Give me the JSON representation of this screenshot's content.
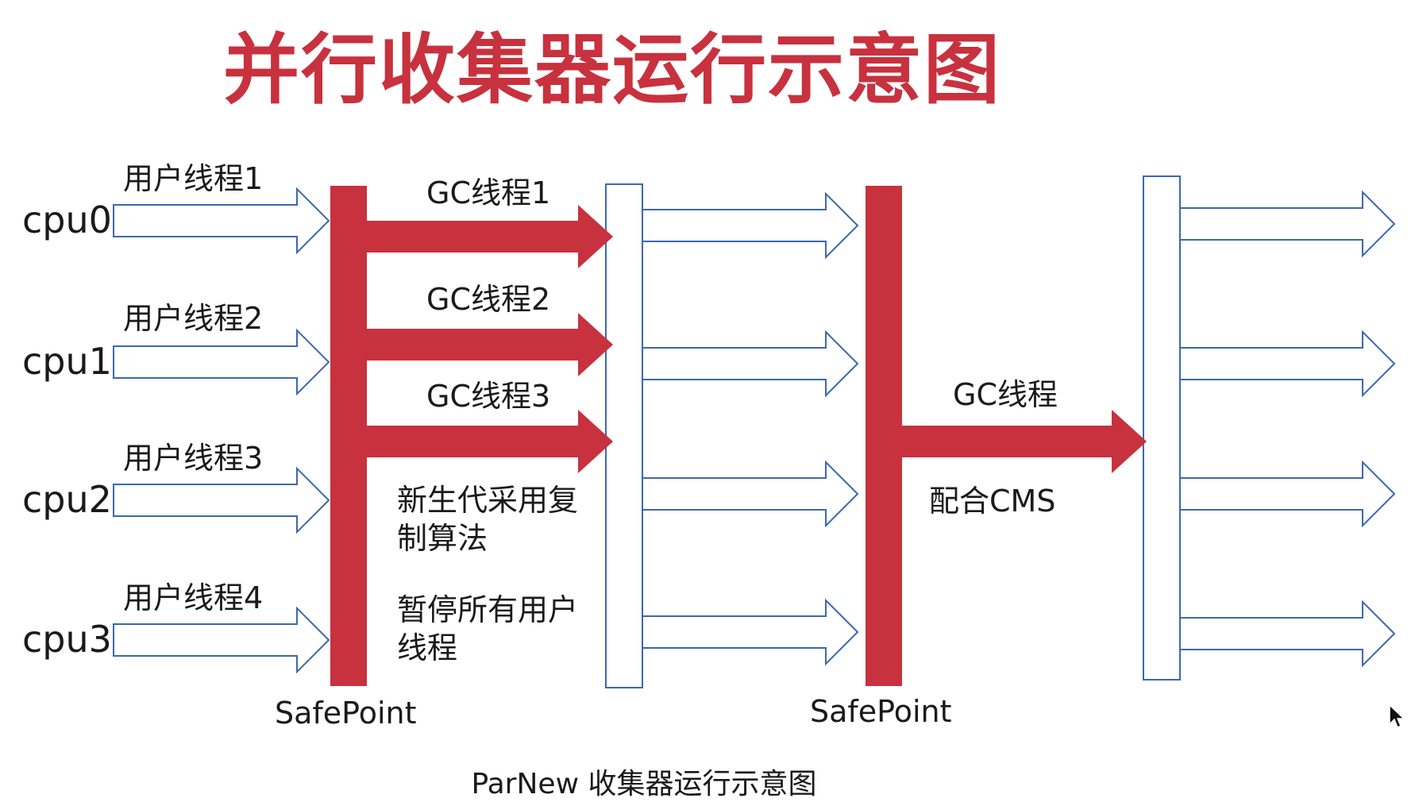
{
  "title": "并行收集器运行示意图",
  "caption": "ParNew 收集器运行示意图",
  "cpus": [
    "cpu0",
    "cpu1",
    "cpu2",
    "cpu3"
  ],
  "user_threads": [
    "用户线程1",
    "用户线程2",
    "用户线程3",
    "用户线程4"
  ],
  "gc_threads": [
    "GC线程1",
    "GC线程2",
    "GC线程3"
  ],
  "notes": {
    "young_gen": "新生代采用复制算法",
    "pause": "暂停所有用户线程"
  },
  "second_phase": {
    "gc_label": "GC线程",
    "cms_label": "配合CMS"
  },
  "safepoints": [
    "SafePoint",
    "SafePoint"
  ],
  "colors": {
    "title": "#c8313e",
    "safepoint_bar": "#c8313e",
    "gc_arrow": "#c8313e",
    "thread_arrow_stroke": "#3b68b1",
    "text": "#1a1a1a"
  }
}
